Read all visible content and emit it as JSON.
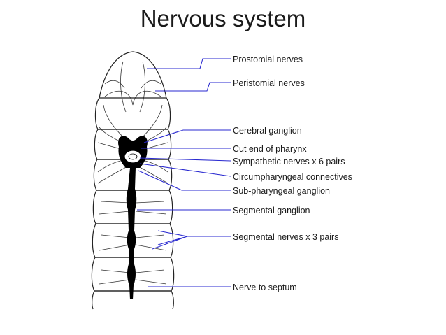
{
  "title": "Nervous system",
  "colors": {
    "leader": "#2a2ad0",
    "outline": "#222222",
    "cord": "#000000"
  },
  "labels": [
    "Prostomial nerves",
    "Peristomial nerves",
    "Cerebral ganglion",
    "Cut end of pharynx",
    "Sympathetic nerves x 6 pairs",
    "Circumpharyngeal connectives",
    "Sub-pharyngeal ganglion",
    "Segmental ganglion",
    "Segmental nerves x 3 pairs",
    "Nerve to septum"
  ]
}
